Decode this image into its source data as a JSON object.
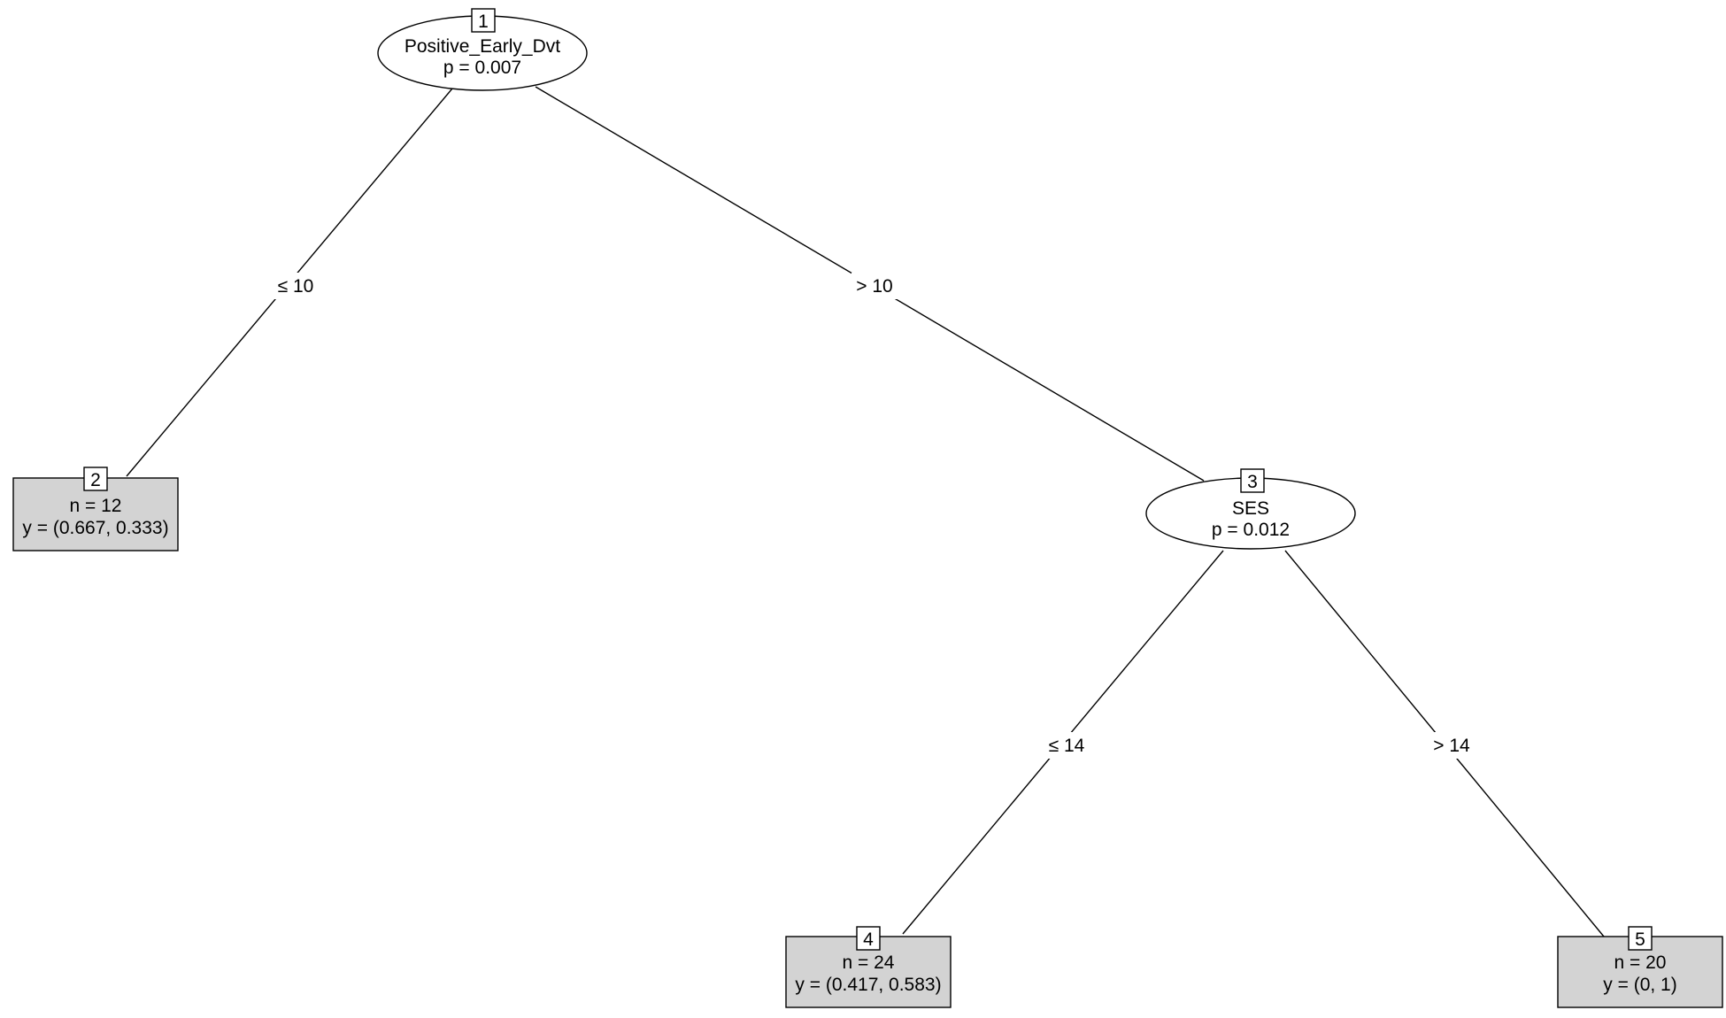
{
  "tree": {
    "inner_nodes": [
      {
        "id": "1",
        "variable": "Positive_Early_Dvt",
        "p_value": "p = 0.007"
      },
      {
        "id": "3",
        "variable": "SES",
        "p_value": "p = 0.012"
      }
    ],
    "terminal_nodes": [
      {
        "id": "2",
        "n": "n = 12",
        "y": "y = (0.667, 0.333)"
      },
      {
        "id": "4",
        "n": "n = 24",
        "y": "y = (0.417, 0.583)"
      },
      {
        "id": "5",
        "n": "n = 20",
        "y": "y = (0, 1)"
      }
    ],
    "edges": [
      {
        "from": "1",
        "to": "2",
        "label": "≤ 10"
      },
      {
        "from": "1",
        "to": "3",
        "label": "> 10"
      },
      {
        "from": "3",
        "to": "4",
        "label": "≤ 14"
      },
      {
        "from": "3",
        "to": "5",
        "label": "> 14"
      }
    ]
  }
}
